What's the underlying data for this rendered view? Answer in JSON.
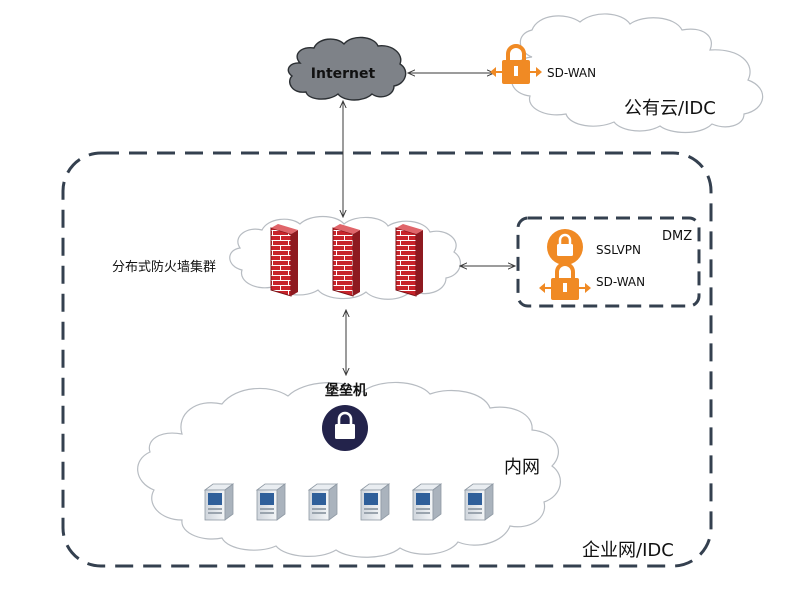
{
  "nodes": {
    "internet": "Internet",
    "public_cloud": "公有云/IDC",
    "sdwan_cloud": "SD-WAN",
    "firewall_cluster": "分布式防火墙集群",
    "dmz": "DMZ",
    "sslvpn": "SSLVPN",
    "sdwan_dmz": "SD-WAN",
    "bastion": "堡垒机",
    "intranet": "内网",
    "enterprise": "企业网/IDC"
  },
  "colors": {
    "orange": "#f08a24",
    "firewall_red": "#c8242b",
    "bastion_navy": "#23234b",
    "frame_dash": "#34404f",
    "cloud_gray": "#7e8288",
    "server_blue": "#2f5f9a"
  },
  "servers": [
    "server",
    "server",
    "server",
    "server",
    "server",
    "server"
  ]
}
